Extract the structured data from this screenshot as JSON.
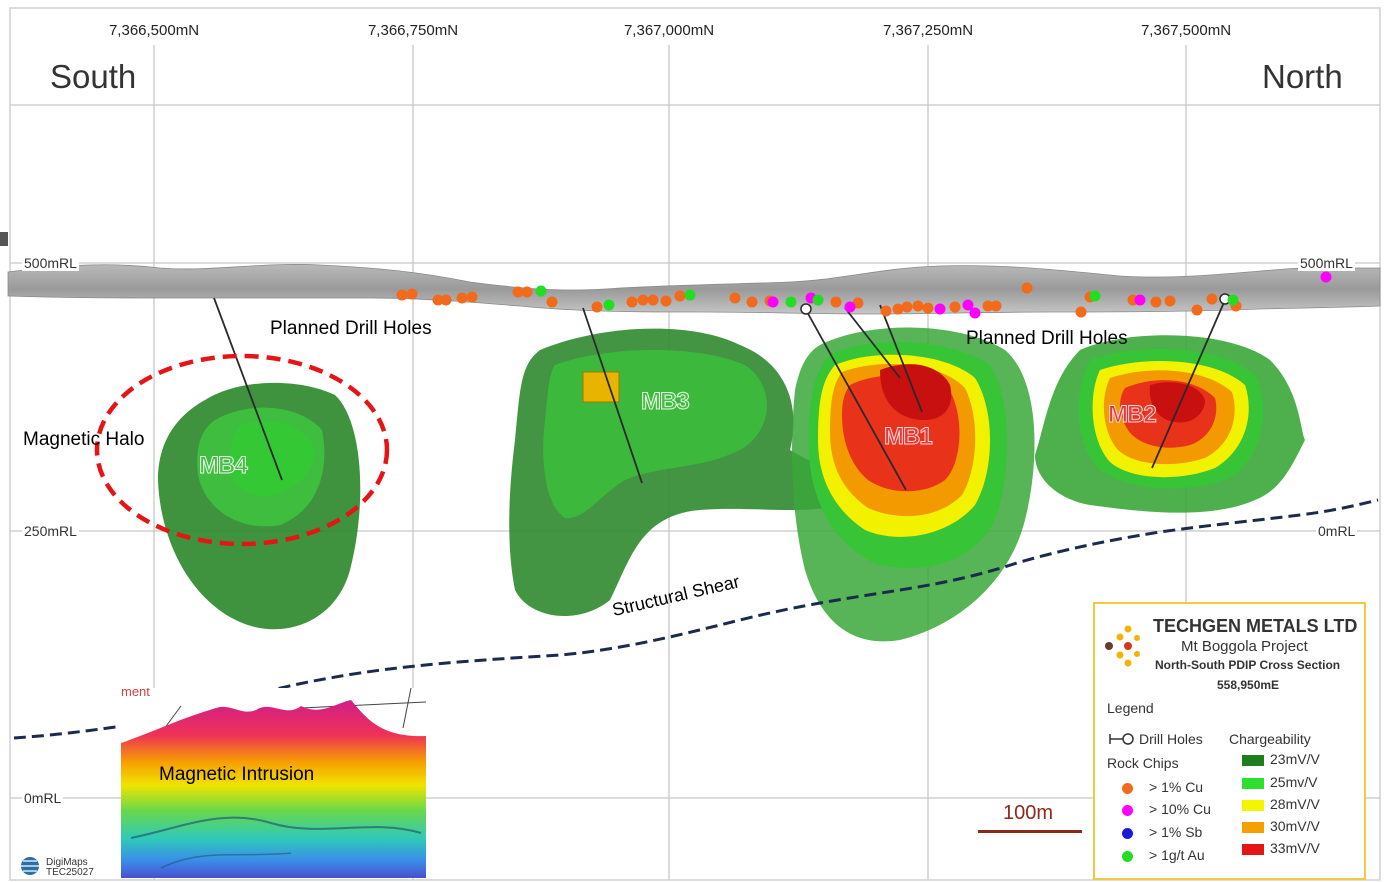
{
  "section": {
    "northings": [
      "7,366,500mN",
      "7,366,750mN",
      "7,367,000mN",
      "7,367,250mN",
      "7,367,500mN"
    ],
    "direction_left": "South",
    "direction_right": "North",
    "rl_left": [
      "500mRL",
      "250mRL",
      "0mRL"
    ],
    "rl_right": [
      "500mRL",
      "0mRL"
    ]
  },
  "annotations": {
    "planned_left": "Planned Drill Holes",
    "planned_right": "Planned Drill Holes",
    "magnetic_halo": "Magnetic Halo",
    "structural_shear": "Structural Shear",
    "magnetic_intrusion": "Magnetic Intrusion",
    "inset_fragment": "ment"
  },
  "bodies": {
    "mb1": "MB1",
    "mb2": "MB2",
    "mb3": "MB3",
    "mb4": "MB4"
  },
  "scale_bar": "100m",
  "credit": {
    "line1": "DigiMaps",
    "line2": "TEC25027"
  },
  "legend": {
    "company": "TECHGEN METALS LTD",
    "project": "Mt Boggola Project",
    "section_title": "North-South PDIP Cross Section",
    "easting": "558,950mE",
    "heading": "Legend",
    "drill_holes": "Drill Holes",
    "chargeability_title": "Chargeability",
    "rock_chips_title": "Rock Chips",
    "rock_chips": [
      {
        "label": "> 1% Cu",
        "color": "#f26a1b"
      },
      {
        "label": "> 10% Cu",
        "color": "#ff00ff"
      },
      {
        "label": "> 1% Sb",
        "color": "#1b1bd6"
      },
      {
        "label": "> 1g/t Au",
        "color": "#22dd22"
      }
    ],
    "chargeability": [
      {
        "label": "23mV/V",
        "color": "#1e7e1e"
      },
      {
        "label": "25mv/V",
        "color": "#2de02d"
      },
      {
        "label": "28mV/V",
        "color": "#f5f500"
      },
      {
        "label": "30mV/V",
        "color": "#f5a000"
      },
      {
        "label": "33mV/V",
        "color": "#e51515"
      }
    ]
  },
  "colors": {
    "halo_ellipse": "#e51515",
    "shear_line": "#1b2b4b",
    "scale_bar": "#8b2a1a",
    "legend_border": "#f3c944"
  }
}
